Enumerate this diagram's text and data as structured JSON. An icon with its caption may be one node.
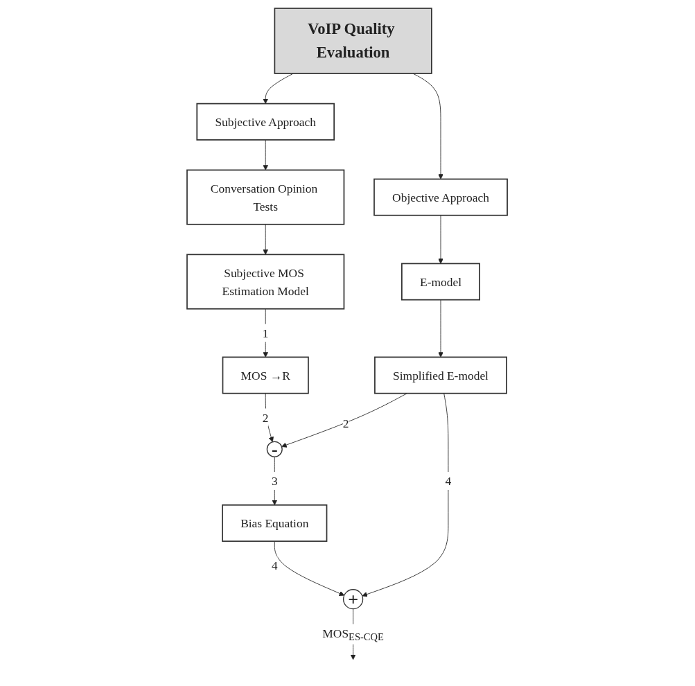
{
  "diagram": {
    "nodes": [
      {
        "text": [
          "VoIP Quality Evaluation"
        ]
      },
      {
        "text": [
          "Subjective Approach"
        ]
      },
      {
        "text": [
          "Objective Approach"
        ]
      },
      {
        "text": [
          "Conversation Opinion Tests"
        ]
      },
      {
        "text": [
          "E-model"
        ]
      },
      {
        "text": [
          "Subjective MOS Estimation Model"
        ]
      },
      {
        "text": [
          "Simplified E-model"
        ]
      },
      {
        "text": [
          "MOS →R"
        ]
      },
      {
        "text": [
          "-"
        ]
      },
      {
        "text": [
          "+"
        ]
      },
      {
        "text": [
          "Bias Equation"
        ]
      }
    ],
    "edges": [
      {
        "from": 0,
        "to": 1,
        "arrow": "to"
      },
      {
        "from": 0,
        "to": 2,
        "arrow": "to"
      },
      {
        "from": 1,
        "to": 3,
        "arrow": "to"
      },
      {
        "from": 2,
        "to": 4,
        "arrow": "to"
      },
      {
        "from": 3,
        "to": 5,
        "arrow": "to"
      },
      {
        "from": 4,
        "to": 6,
        "arrow": "to"
      },
      {
        "from": 5,
        "to": 7,
        "arrow": "to",
        "label": "1"
      },
      {
        "from": 7,
        "to": 8,
        "arrow": "to",
        "label": "2"
      },
      {
        "from": 6,
        "to": 8,
        "arrow": "to",
        "label": "2"
      },
      {
        "from": 8,
        "to": 10,
        "arrow": "to",
        "label": "3"
      },
      {
        "from": 6,
        "to": 9,
        "arrow": "to",
        "label": "4"
      },
      {
        "from": 10,
        "to": 9,
        "arrow": "to",
        "label": "4"
      },
      {
        "from": 9,
        "to": null,
        "arrow": "to",
        "label": "MOS$_{ES-CQE}$"
      }
    ]
  }
}
